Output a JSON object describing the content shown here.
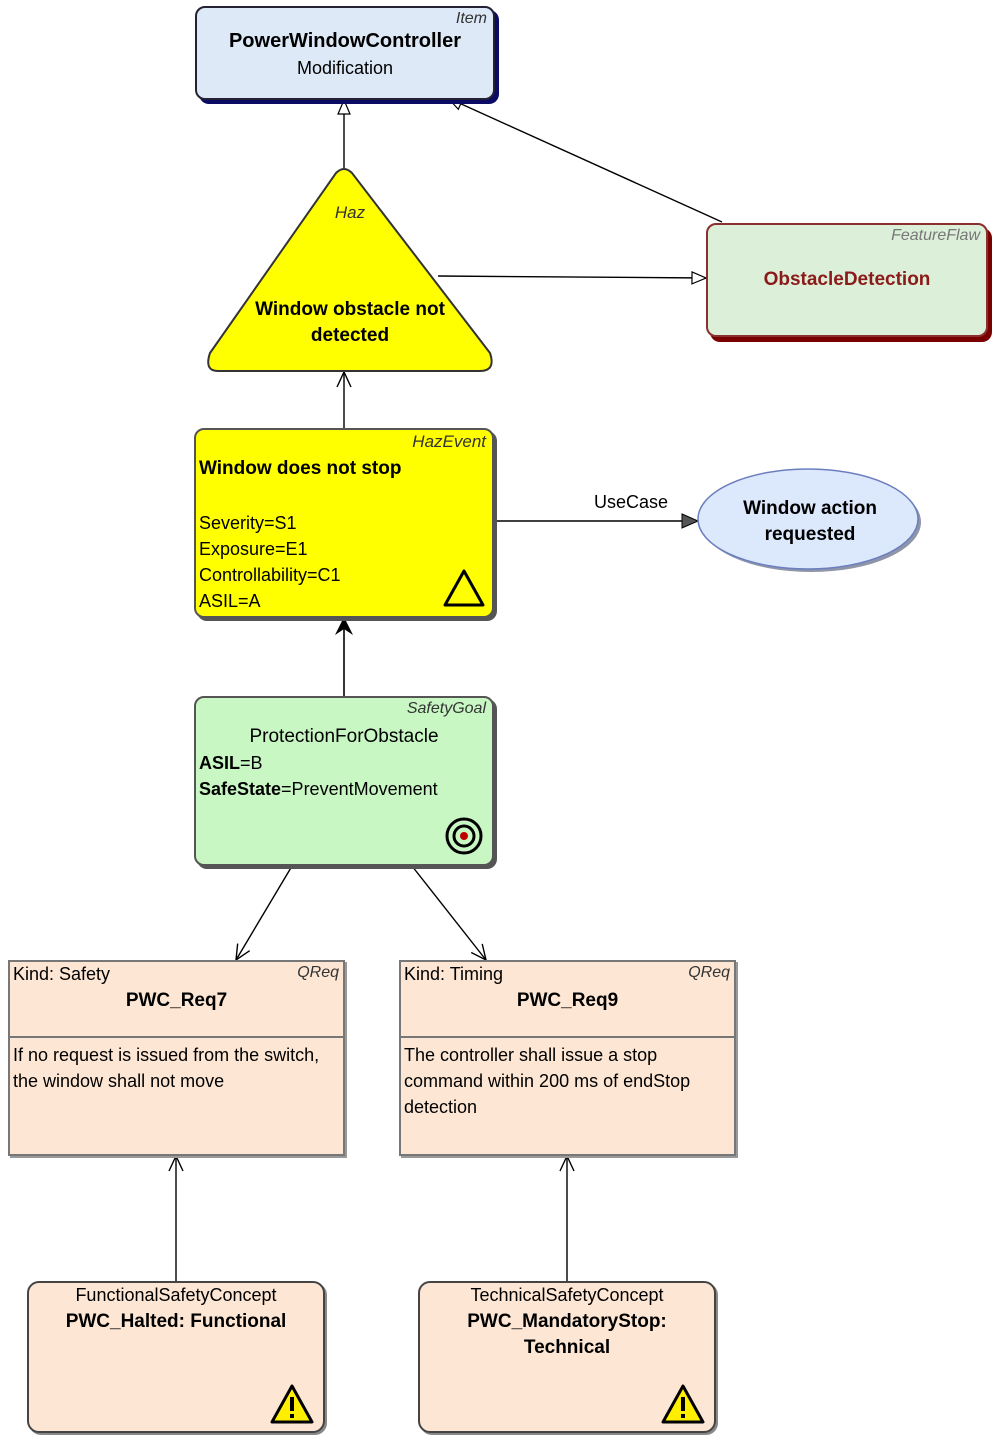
{
  "item": {
    "stereotype": "Item",
    "title": "PowerWindowController",
    "subtitle": "Modification"
  },
  "hazard": {
    "stereotype": "Haz",
    "title": "Window obstacle not detected"
  },
  "feature_flaw": {
    "stereotype": "FeatureFlaw",
    "title": "ObstacleDetection"
  },
  "hazardous_event": {
    "stereotype": "HazEvent",
    "title": "Window does not stop",
    "attributes": [
      "Severity=S1",
      "Exposure=E1",
      "Controllability=C1",
      "ASIL=A"
    ]
  },
  "use_case": {
    "edge_label": "UseCase",
    "title": "Window action requested"
  },
  "safety_goal": {
    "stereotype": "SafetyGoal",
    "title": "ProtectionForObstacle",
    "asil": {
      "key": "ASIL",
      "value": "=B"
    },
    "safe_state": {
      "key": "SafeState",
      "value": "=PreventMovement"
    }
  },
  "requirements": [
    {
      "kind": "Kind: Safety",
      "stereotype": "QReq",
      "name": "PWC_Req7",
      "text": "If no request is issued from the switch, the window shall not move"
    },
    {
      "kind": "Kind: Timing",
      "stereotype": "QReq",
      "name": "PWC_Req9",
      "text": "The controller shall issue a stop command within 200 ms of endStop detection"
    }
  ],
  "concepts": [
    {
      "type": "FunctionalSafetyConcept",
      "name": "PWC_Halted: Functional",
      "icon": "warning-icon"
    },
    {
      "type": "TechnicalSafetyConcept",
      "name": "PWC_MandatoryStop: Technical",
      "icon": "warning-icon"
    }
  ]
}
